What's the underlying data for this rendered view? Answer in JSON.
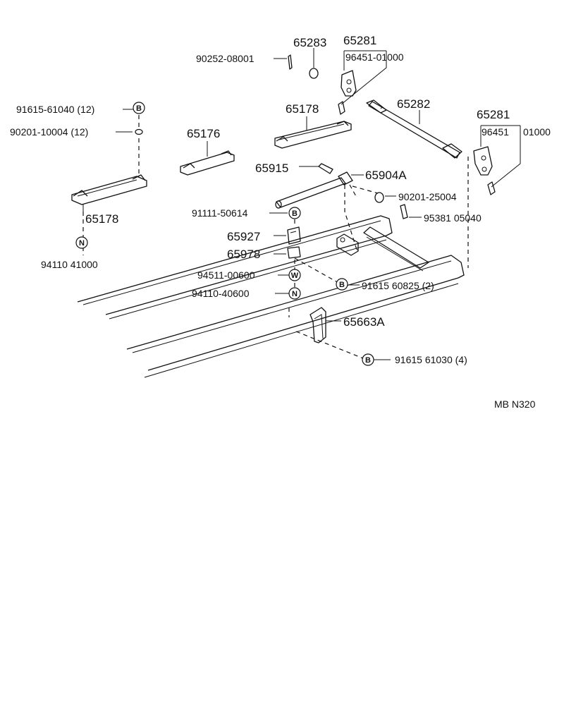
{
  "labels": {
    "p65283": "65283",
    "p65281_top": "65281",
    "p96451_top": "96451-01000",
    "p90252": "90252-08001",
    "p91615_61040": "91615-61040 (12)",
    "p90201_10004": "90201-10004 (12)",
    "p65178_mid": "65178",
    "p65282": "65282",
    "p65281_right": "65281",
    "p96451_right_a": "96451",
    "p96451_right_b": "01000",
    "p65176": "65176",
    "p65915": "65915",
    "p65904A": "65904A",
    "p90201_25004": "90201-25004",
    "p65178_left": "65178",
    "p91111": "91111-50614",
    "p95381": "95381 05040",
    "p65927": "65927",
    "p65978": "65978",
    "p94110_41000": "94110 41000",
    "p94511": "94511-00600",
    "p91615_60825": "91615 60825 (2)",
    "p94110_40600": "94110-40600",
    "p65663A": "65663A",
    "p91615_61030": "91615 61030 (4)",
    "code": "MB N320"
  },
  "symbols": {
    "bolt": "B",
    "nut": "N",
    "washer": "W"
  }
}
